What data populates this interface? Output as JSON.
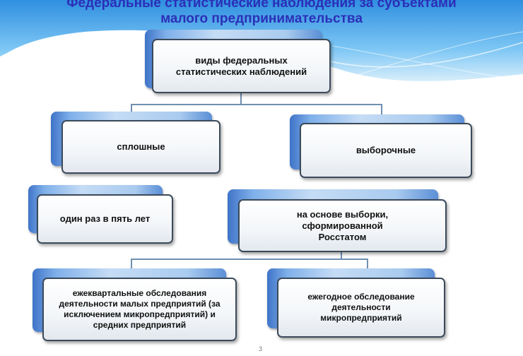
{
  "title": {
    "line1": "Федеральные статистические наблюдения за субъектами",
    "line2": "малого предпринимательства"
  },
  "nodes": {
    "root": "виды федеральных статистических наблюдений",
    "continuous": "сплошные",
    "sample": "выборочные",
    "once_five_years": "один раз в пять лет",
    "rosstat_sample": "на основе выборки, сформированной Росстатом",
    "quarterly": "ежеквартальные обследования деятельности малых предприятий (за исключением микропредприятий) и средних предприятий",
    "annual": "ежегодное обследование деятельности микропредприятий"
  },
  "page_number": "3",
  "colors": {
    "title": "#2b2fb8",
    "sky": "#4aa8e8"
  }
}
